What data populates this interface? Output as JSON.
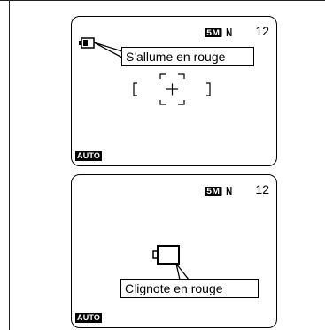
{
  "screen1": {
    "size_badge": "5M",
    "quality": "N",
    "frame_count": "12",
    "callout": "S'allume en rouge",
    "mode_badge": "AUTO",
    "battery_icon": "battery-low-icon",
    "focus_icon": "focus-frame-icon"
  },
  "screen2": {
    "size_badge": "5M",
    "quality": "N",
    "frame_count": "12",
    "callout": "Clignote en rouge",
    "mode_badge": "AUTO",
    "battery_icon": "battery-empty-icon"
  }
}
